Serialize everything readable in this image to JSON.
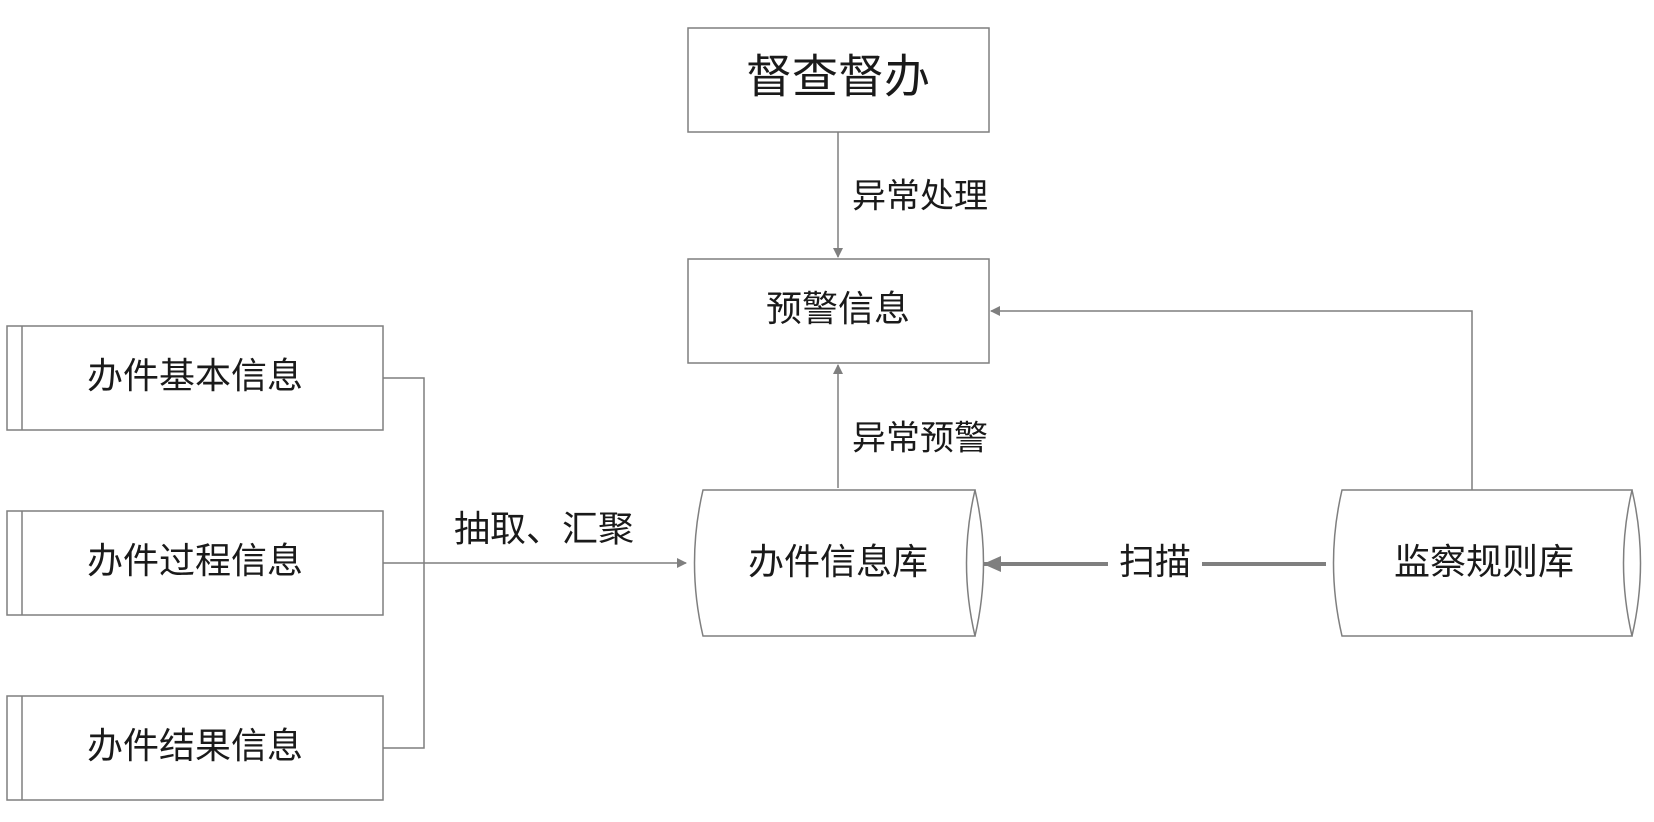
{
  "nodes": {
    "supervision": "督查督办",
    "warning_info": "预警信息",
    "basic_info": "办件基本信息",
    "process_info": "办件过程信息",
    "result_info": "办件结果信息",
    "case_db": "办件信息库",
    "rule_db": "监察规则库"
  },
  "edges": {
    "exception_handling": "异常处理",
    "exception_warning": "异常预警",
    "extract_aggregate": "抽取、汇聚",
    "scan": "扫描"
  },
  "colors": {
    "stroke": "#7f7f7f",
    "text": "#1a1a1a",
    "background": "#ffffff"
  }
}
